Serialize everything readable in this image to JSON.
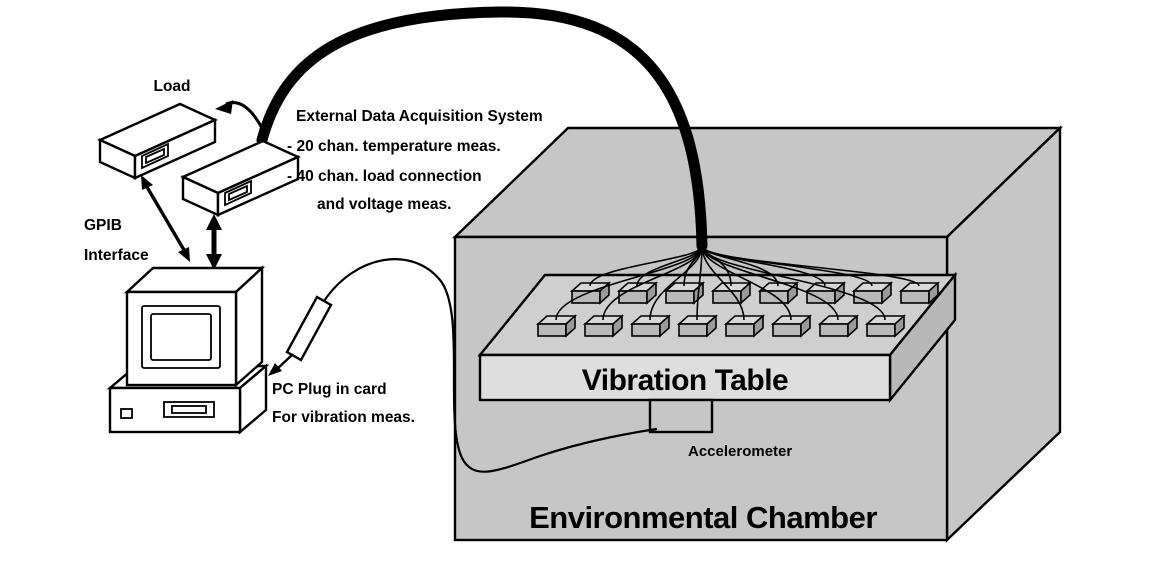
{
  "labels": {
    "load": "Load",
    "edas_title": "External Data Acquisition System",
    "edas_item1": "- 20 chan. temperature meas.",
    "edas_item2": "- 40 chan. load connection",
    "edas_item3": "and voltage meas.",
    "gpib_line1": "GPIB",
    "gpib_line2": "Interface",
    "pc_plug_line1": "PC Plug in card",
    "pc_plug_line2": "For vibration meas.",
    "vibration_table": "Vibration Table",
    "accelerometer": "Accelerometer",
    "environmental_chamber": "Environmental Chamber"
  },
  "colors": {
    "background": "#ffffff",
    "outline": "#000000",
    "chamber_fill": "#c6c6c6",
    "table_top_fill": "#cfcfcf",
    "table_front_fill": "#dedede",
    "table_side_fill": "#b8b8b8",
    "chip_top_fill": "#d8d8d8",
    "chip_front_fill": "#b9b9b9",
    "chip_side_fill": "#9b9b9b",
    "equipment_fill": "#ffffff",
    "cable_color": "#000000"
  }
}
